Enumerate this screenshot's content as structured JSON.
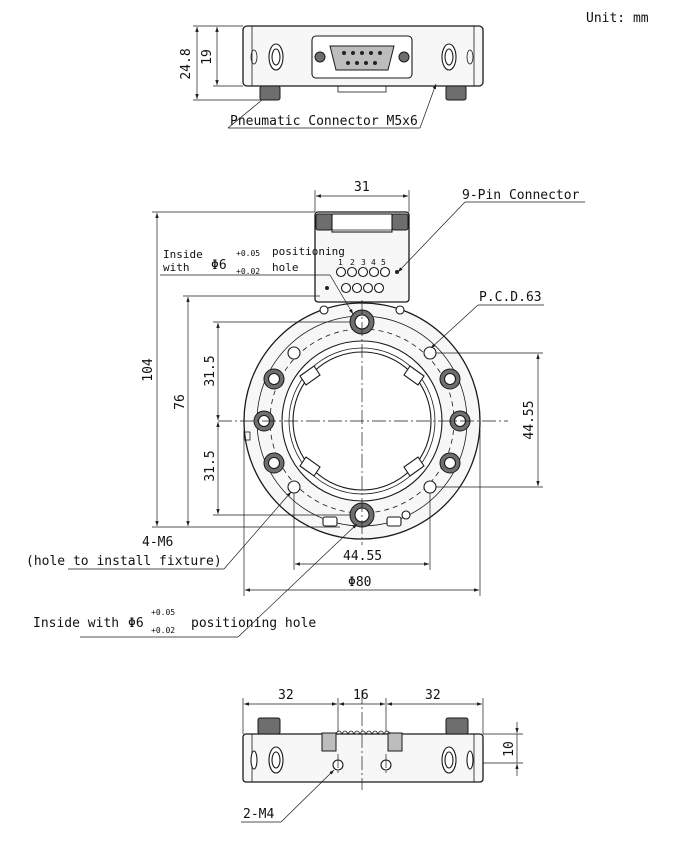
{
  "unit_label": "Unit: mm",
  "top_view": {
    "dim_height_total": "24.8",
    "dim_height_body": "19",
    "callout": "Pneumatic Connector M5x6"
  },
  "front_view": {
    "dim_connector_width": "31",
    "connector_callout": "9-Pin Connector",
    "pin_numbers": [
      "1",
      "2",
      "3",
      "4",
      "5"
    ],
    "positioning_hole_upper": {
      "line1_left": "Inside",
      "line2_left": "with",
      "symbol": "Φ6",
      "tol_upper": "+0.05",
      "tol_lower": "+0.02",
      "line1_right": "positioning",
      "line2_right": "hole"
    },
    "pcd_label": "P.C.D.63",
    "dim_overall_height": "104",
    "dim_height_76": "76",
    "dim_upper_315": "31.5",
    "dim_lower_315": "31.5",
    "dim_right_4455": "44.55",
    "dim_bottom_4455": "44.55",
    "dim_diameter": "Φ80",
    "m6_label_line1": "4-M6",
    "m6_label_line2": "(hole to install fixture)",
    "positioning_hole_lower": {
      "prefix": "Inside with",
      "symbol": "Φ6",
      "tol_upper": "+0.05",
      "tol_lower": "+0.02",
      "suffix": "positioning hole"
    }
  },
  "bottom_view": {
    "dim_left": "32",
    "dim_center": "16",
    "dim_right": "32",
    "dim_height": "10",
    "m4_label": "2-M4"
  }
}
